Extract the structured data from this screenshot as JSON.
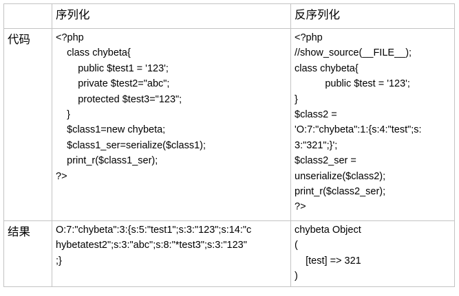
{
  "colors": {
    "border": "#c3c3c3",
    "background": "#ffffff",
    "text": "#000000"
  },
  "table": {
    "header": {
      "empty": "",
      "serialize": "序列化",
      "unserialize": "反序列化"
    },
    "rows": {
      "code": {
        "label": "代码",
        "serialize": "<?php\n    class chybeta{\n        public $test1 = '123';\n        private $test2=\"abc\";\n        protected $test3=\"123\";\n    }\n    $class1=new chybeta;\n    $class1_ser=serialize($class1);\n    print_r($class1_ser);\n?>",
        "unserialize": "<?php\n//show_source(__FILE__);\nclass chybeta{\n           public $test = '123';\n}\n$class2 =\n'O:7:\"chybeta\":1:{s:4:\"test\";s:\n3:\"321\";}';\n$class2_ser =\nunserialize($class2);\nprint_r($class2_ser);\n?>"
      },
      "result": {
        "label": "结果",
        "serialize": "O:7:\"chybeta\":3:{s:5:\"test1\";s:3:\"123\";s:14:\"c\nhybetatest2\";s:3:\"abc\";s:8:\"*test3\";s:3:\"123\"\n;}",
        "unserialize": "chybeta Object\n(\n    [test] => 321\n)"
      }
    }
  }
}
